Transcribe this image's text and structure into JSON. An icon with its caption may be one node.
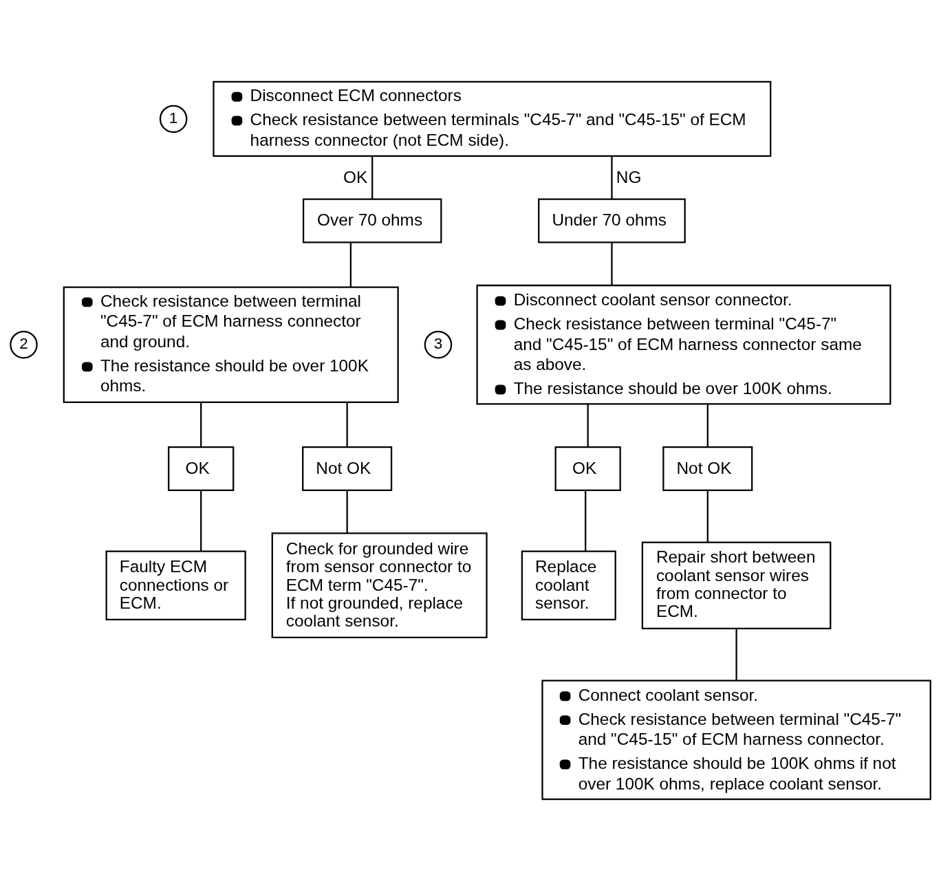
{
  "diagram": {
    "nodes": [
      {
        "text": [
          "Disconnect ECM connectors",
          "Check resistance between terminals \"C45-7\" and \"C45-15\" of ECM harness connector (not ECM side)."
        ],
        "beside": [
          "1"
        ]
      },
      {
        "text": [
          "Over 70 ohms"
        ]
      },
      {
        "text": [
          "Under 70 ohms"
        ]
      },
      {
        "text": [
          "Check resistance between terminal \"C45-7\" of ECM harness connector and ground.",
          "The resistance should be over 100K ohms."
        ],
        "beside": [
          "2"
        ]
      },
      {
        "text": [
          "Disconnect coolant sensor connector.",
          "Check resistance between terminal \"C45-7\" and \"C45-15\" of ECM harness connector same as above.",
          "The resistance should be over 100K ohms."
        ],
        "beside": [
          "3"
        ]
      },
      {
        "text": [
          "OK"
        ]
      },
      {
        "text": [
          "Not OK"
        ]
      },
      {
        "text": [
          "OK"
        ]
      },
      {
        "text": [
          "Not OK"
        ]
      },
      {
        "text": [
          "Faulty ECM connections or ECM."
        ]
      },
      {
        "text": [
          "Check for grounded wire from sensor connector to ECM term \"C45-7\".",
          "If not grounded, replace coolant sensor."
        ]
      },
      {
        "text": [
          "Replace coolant sensor."
        ]
      },
      {
        "text": [
          "Repair short between coolant sensor wires from connector to ECM."
        ]
      },
      {
        "text": [
          "Connect coolant sensor.",
          "Check resistance between terminal \"C45-7\" and \"C45-15\" of ECM harness connector.",
          "The resistance should be 100K ohms if not over 100K ohms, replace coolant sensor."
        ]
      }
    ],
    "edges": [
      {
        "from": 0,
        "to": 1,
        "arrow": "none",
        "label": "OK"
      },
      {
        "from": 0,
        "to": 2,
        "arrow": "none",
        "label": "NG"
      },
      {
        "from": 1,
        "to": 3,
        "arrow": "none"
      },
      {
        "from": 2,
        "to": 4,
        "arrow": "none"
      },
      {
        "from": 3,
        "to": 5,
        "arrow": "none"
      },
      {
        "from": 3,
        "to": 6,
        "arrow": "none"
      },
      {
        "from": 4,
        "to": 7,
        "arrow": "none"
      },
      {
        "from": 4,
        "to": 8,
        "arrow": "none"
      },
      {
        "from": 5,
        "to": 9,
        "arrow": "none"
      },
      {
        "from": 6,
        "to": 10,
        "arrow": "none"
      },
      {
        "from": 7,
        "to": 11,
        "arrow": "none"
      },
      {
        "from": 8,
        "to": 12,
        "arrow": "none"
      },
      {
        "from": 12,
        "to": 13,
        "arrow": "none"
      }
    ]
  }
}
